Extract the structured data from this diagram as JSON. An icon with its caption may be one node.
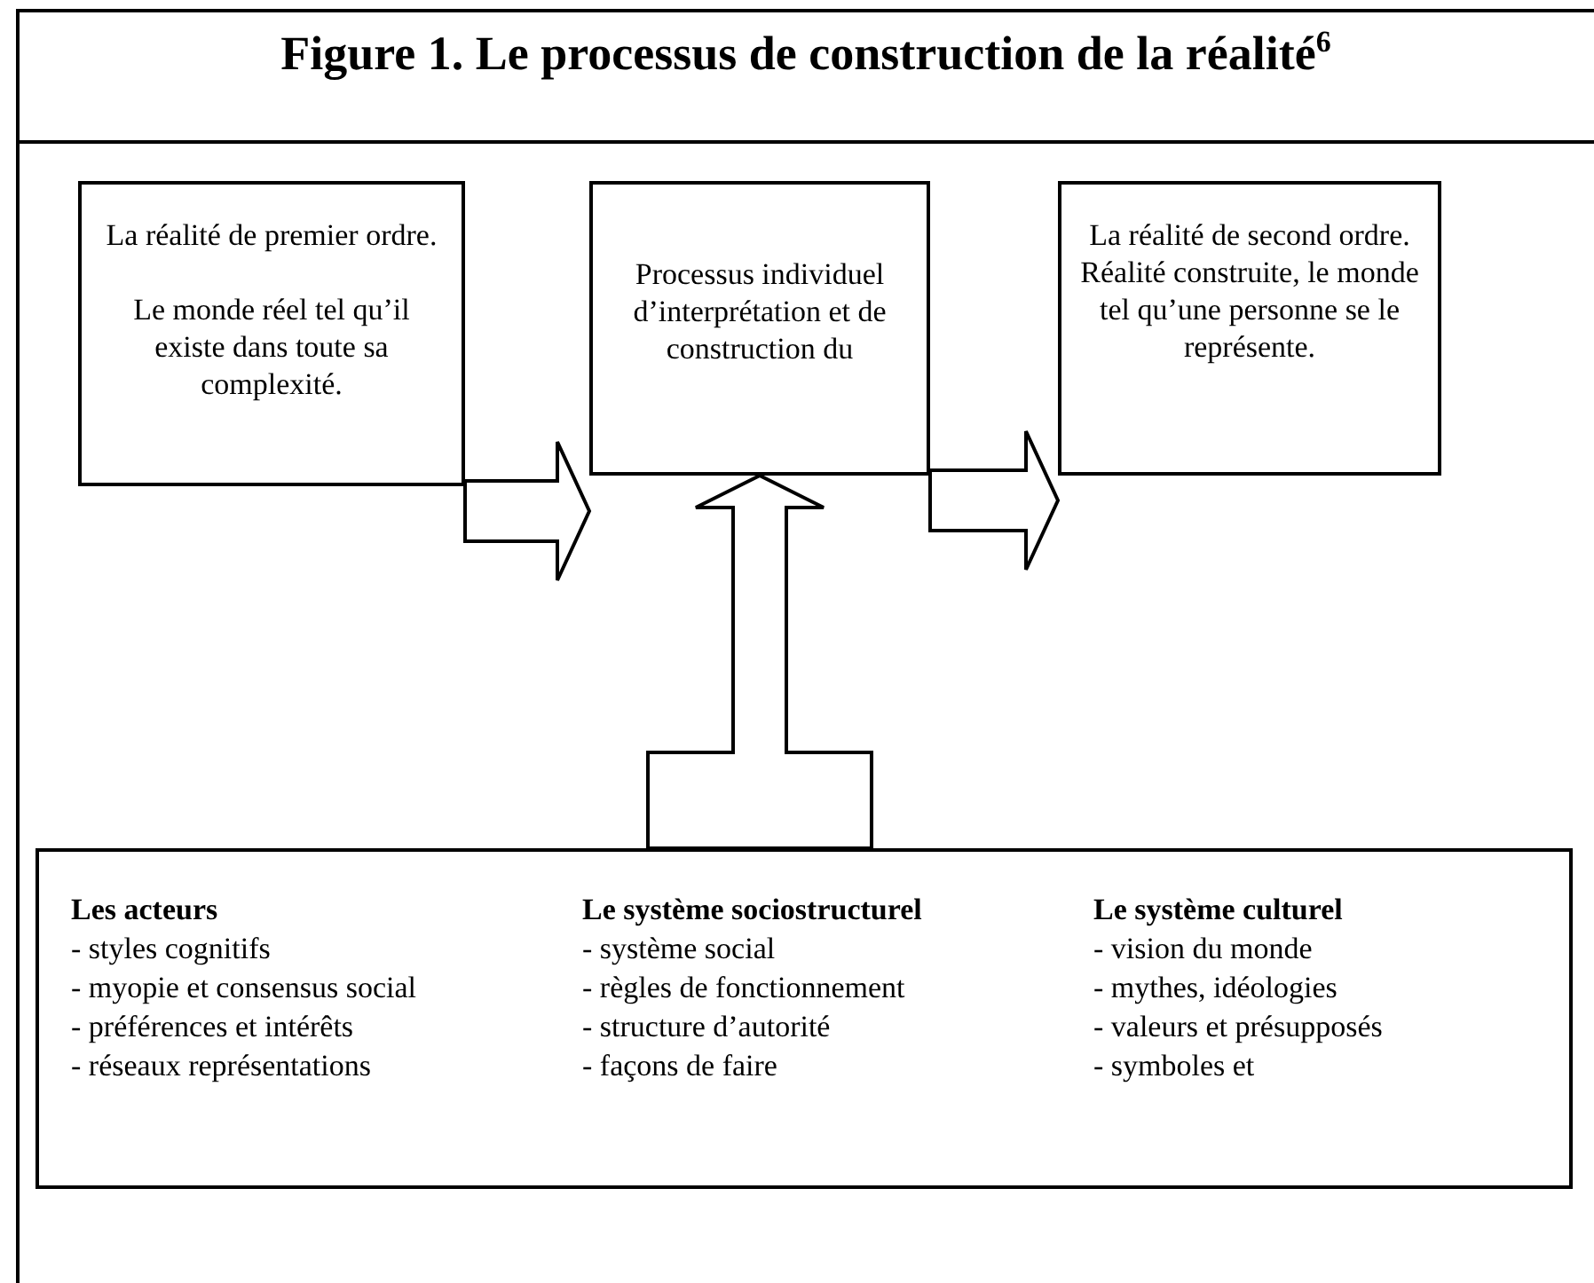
{
  "diagram": {
    "title": "Figure 1. Le processus de construction de la réalité$^{6}$",
    "nodes": [
      {
        "text": [
          "La réalité de premier ordre.",
          "Le monde réel tel qu’il existe dans toute sa complexité."
        ]
      },
      {
        "text": [
          "Processus individuel d’interprétation et de construction du"
        ]
      },
      {
        "text": [
          "La réalité de second ordre.",
          "Réalité construite, le monde tel qu’une personne se le représente."
        ]
      },
      {
        "text": [
          "Les acteurs",
          "- styles cognitifs",
          "- myopie et consensus social",
          "- préférences et intérêts",
          "- réseaux représentations",
          "Le système sociostructurel",
          "- système social",
          "- règles de fonctionnement",
          "- structure d’autorité",
          "- façons de faire",
          "Le système culturel",
          "- vision du monde",
          "- mythes, idéologies",
          "- valeurs et présupposés",
          "- symboles et"
        ]
      }
    ],
    "edges": [
      {
        "from": 0,
        "to": 1,
        "arrow": "to"
      },
      {
        "from": 1,
        "to": 2,
        "arrow": "to"
      },
      {
        "from": 3,
        "to": 1,
        "arrow": "to"
      }
    ]
  }
}
